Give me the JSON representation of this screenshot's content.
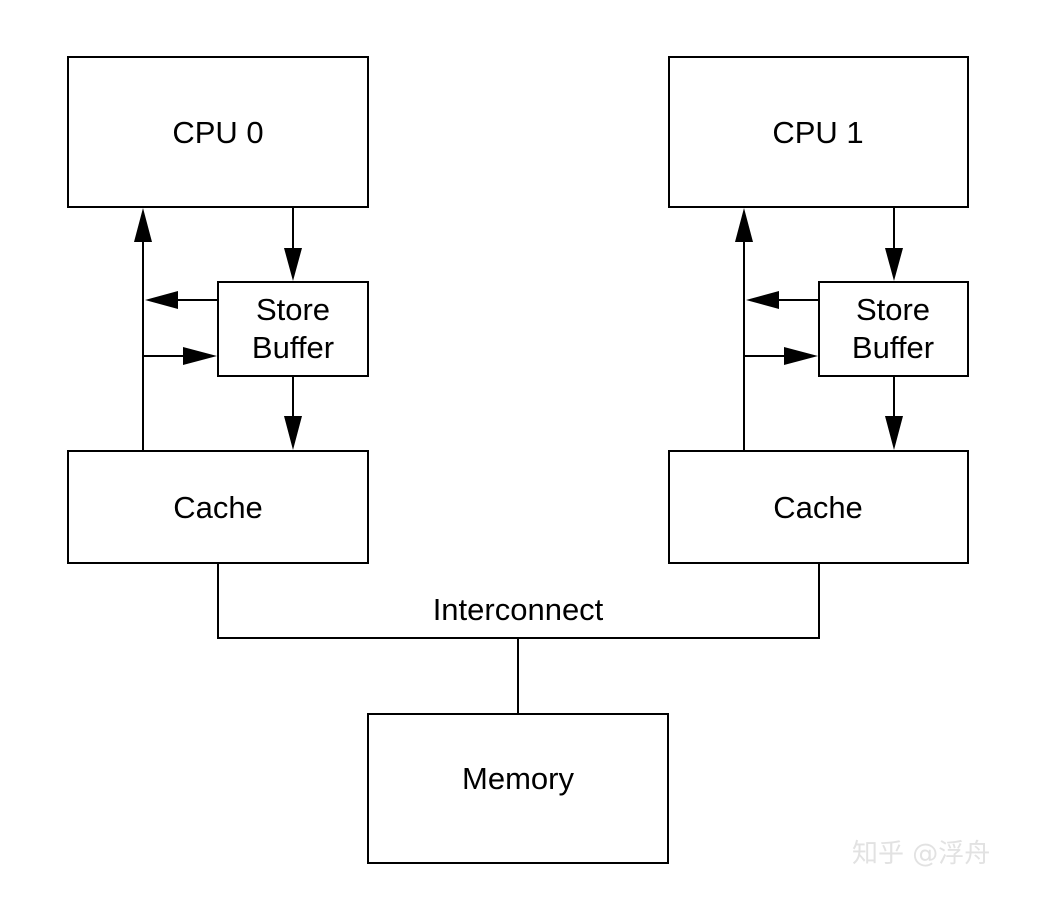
{
  "diagram": {
    "cpu0": {
      "cpu_label": "CPU 0",
      "store_buffer_line1": "Store",
      "store_buffer_line2": "Buffer",
      "cache_label": "Cache"
    },
    "cpu1": {
      "cpu_label": "CPU 1",
      "store_buffer_line1": "Store",
      "store_buffer_line2": "Buffer",
      "cache_label": "Cache"
    },
    "interconnect_label": "Interconnect",
    "memory_label": "Memory"
  },
  "watermark": "知乎 @浮舟"
}
